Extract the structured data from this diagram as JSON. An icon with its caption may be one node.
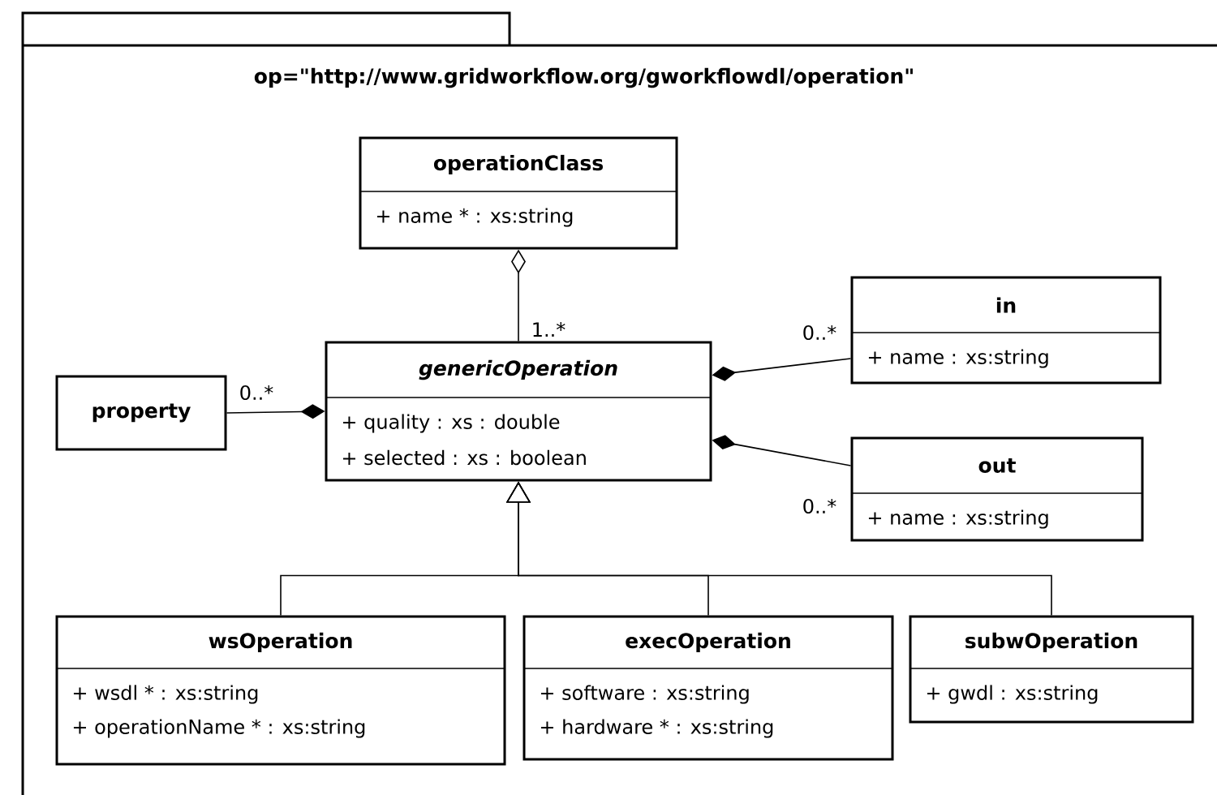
{
  "diagram": {
    "nodes": [
      {
        "text": [
          "op=\"http://www.gridworkflow.org/gworkflowdl/operation\""
        ]
      },
      {
        "text": [
          "operationClass",
          "+ name * : xs:string"
        ],
        "in": 0
      },
      {
        "text": [
          "in",
          "+ name : xs:string"
        ],
        "in": 0
      },
      {
        "text": [
          "property"
        ],
        "in": 0
      },
      {
        "text": [
          "genericOperation",
          "+ quality : xs : double",
          "+ selected : xs : boolean"
        ],
        "in": 0
      },
      {
        "text": [
          "out",
          "+ name : xs:string"
        ],
        "in": 0
      },
      {
        "text": [
          "wsOperation",
          "+ wsdl * : xs:string",
          "+ operationName * : xs:string"
        ],
        "in": 0
      },
      {
        "text": [
          "execOperation",
          "+ software : xs:string",
          "+ hardware * : xs:string"
        ],
        "in": 0
      },
      {
        "text": [
          "subwOperation",
          "+ gwdl : xs:string"
        ],
        "in": 0
      }
    ],
    "edges": [
      {
        "from": 1,
        "to": 4,
        "arrow": "other",
        "label": "1..*"
      },
      {
        "from": 4,
        "to": 2,
        "arrow": "other",
        "label": "0..*"
      },
      {
        "from": 4,
        "to": 3,
        "arrow": "other",
        "label": "0..*"
      },
      {
        "from": 4,
        "to": 5,
        "arrow": "other",
        "label": "0..*"
      },
      {
        "from": 6,
        "to": 4,
        "arrow": "to"
      },
      {
        "from": 7,
        "to": 4,
        "arrow": "to"
      },
      {
        "from": 8,
        "to": 4,
        "arrow": "to"
      }
    ]
  }
}
